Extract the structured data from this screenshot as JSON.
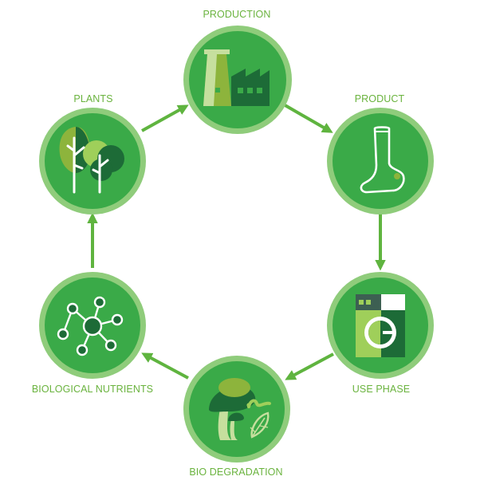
{
  "colors": {
    "ring": "#8fcc7b",
    "disc": "#3aaa48",
    "arrow": "#5fb43f",
    "label": "#6ab33e",
    "dark": "#1d6b37",
    "olive": "#8db43c",
    "lime": "#9fcf5a",
    "pale": "#c6df9e",
    "white": "#ffffff"
  },
  "cycle": {
    "nodes": [
      {
        "id": "production",
        "label": "PRODUCTION",
        "icon": "factory-icon"
      },
      {
        "id": "product",
        "label": "PRODUCT",
        "icon": "sock-icon"
      },
      {
        "id": "use-phase",
        "label": "USE PHASE",
        "icon": "washing-machine-icon"
      },
      {
        "id": "bio-degradation",
        "label": "BIO DEGRADATION",
        "icon": "mushroom-worm-leaf-icon"
      },
      {
        "id": "biological-nutrients",
        "label": "BIOLOGICAL NUTRIENTS",
        "icon": "molecule-icon"
      },
      {
        "id": "plants",
        "label": "PLANTS",
        "icon": "trees-icon"
      }
    ],
    "flow": [
      "production",
      "product",
      "use-phase",
      "bio-degradation",
      "biological-nutrients",
      "plants",
      "production"
    ]
  }
}
